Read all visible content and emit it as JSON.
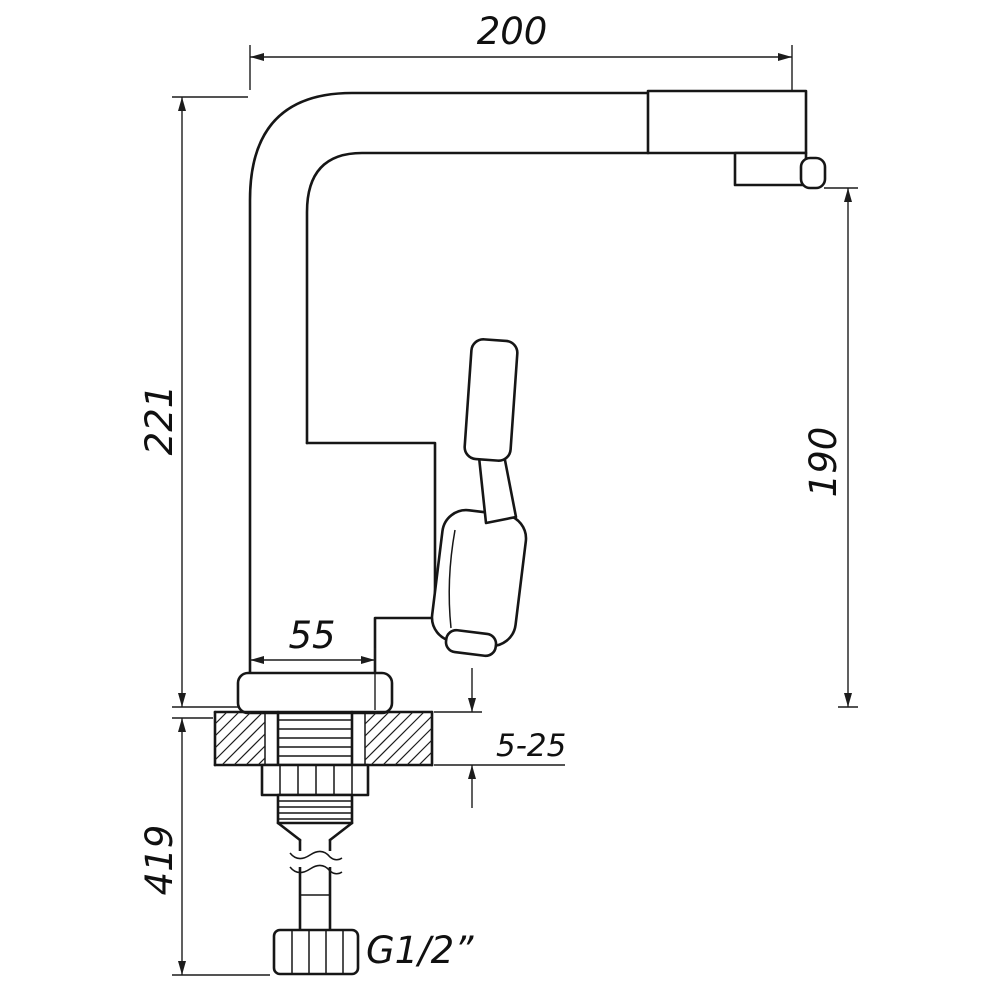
{
  "drawing": {
    "background": "#ffffff",
    "line_color": "#161616",
    "dimensions": {
      "spout_reach": "200",
      "total_height": "221",
      "spout_height": "190",
      "base_width": "55",
      "deck_thickness": "5-25",
      "under_counter_length": "419",
      "connection_thread": "G1/2”"
    }
  }
}
